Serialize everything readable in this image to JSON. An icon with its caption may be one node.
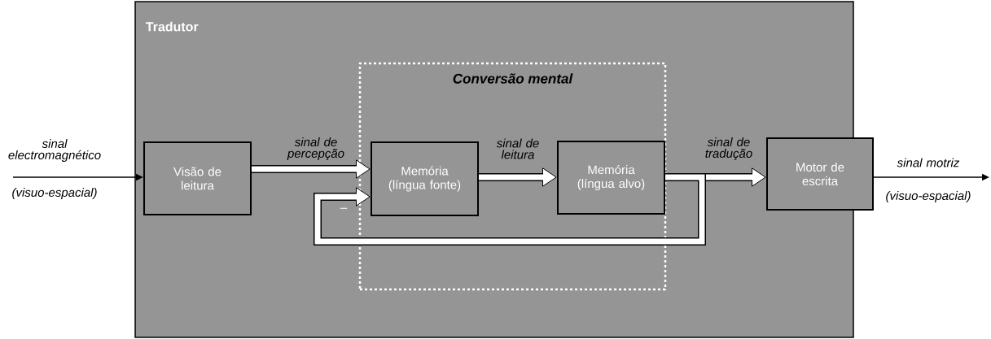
{
  "diagram": {
    "nodes": [
      {
        "text": [
          "Tradutor"
        ]
      },
      {
        "text": [
          "Conversão mental"
        ],
        "in": 0
      },
      {
        "text": [
          "Visão de leitura"
        ],
        "in": 0
      },
      {
        "text": [
          "Memória (língua fonte)"
        ],
        "in": 1
      },
      {
        "text": [
          "Memória (língua alvo)"
        ],
        "in": 1
      },
      {
        "text": [
          "Motor de escrita"
        ],
        "in": 0
      }
    ],
    "edges": [
      {
        "from": null,
        "to": 2,
        "arrow": "to",
        "label": "sinal electromagnético",
        "color": "#000000"
      },
      {
        "from": 2,
        "to": 3,
        "arrow": "to",
        "label": "sinal de percepção"
      },
      {
        "from": 3,
        "to": 4,
        "arrow": "to",
        "label": "sinal de leitura"
      },
      {
        "from": 4,
        "to": 5,
        "arrow": "to",
        "label": "sinal de tradução"
      },
      {
        "from": 4,
        "to": 3,
        "arrow": "to",
        "label": "–"
      },
      {
        "from": 5,
        "to": null,
        "arrow": "to",
        "label": "sinal motriz",
        "color": "#000000"
      }
    ],
    "labels": [
      "(visuo-espacial)",
      "(visuo-espacial)"
    ]
  }
}
